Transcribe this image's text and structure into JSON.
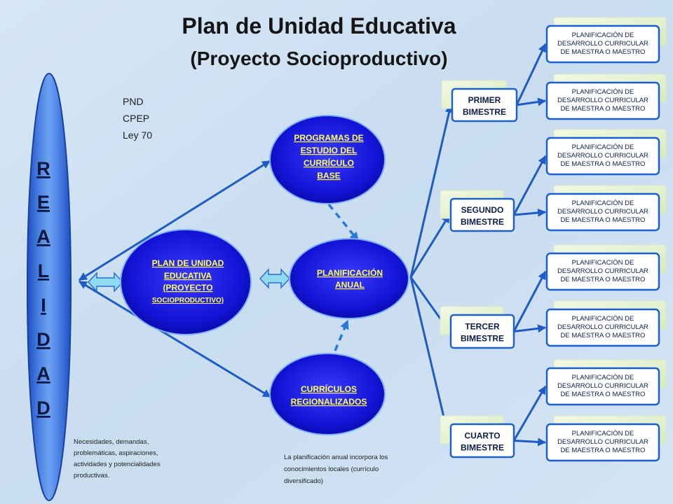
{
  "title": "Plan de Unidad Educativa",
  "subtitle": "(Proyecto Socioproductivo)",
  "realidad": {
    "letters": [
      "R",
      "E",
      "A",
      "L",
      "I",
      "D",
      "A",
      "D"
    ]
  },
  "references": [
    "PND",
    "CPEP",
    "Ley 70"
  ],
  "nodes": {
    "plan_unidad": [
      "PLAN DE UNIDAD",
      "EDUCATIVA",
      "(PROYECTO",
      "SOCIOPRODUCTIVO)"
    ],
    "programas": [
      "PROGRAMAS DE",
      "ESTUDIO DEL",
      "CURRÍCULO",
      "BASE"
    ],
    "planificacion_anual": [
      "PLANIFICACIÓN",
      "ANUAL"
    ],
    "curriculos": [
      "CURRÍCULOS",
      "REGIONALIZADOS"
    ]
  },
  "bimestres": [
    {
      "label": [
        "PRIMER",
        "BIMESTRE"
      ],
      "plans": [
        [
          "PLANIFICACIÓN DE",
          "DESARROLLO CURRICULAR",
          "DE MAESTRA O MAESTRO"
        ],
        [
          "PLANIFICACIÓN DE",
          "DESARROLLO CURRICULAR",
          "DE MAESTRA O MAESTRO"
        ]
      ]
    },
    {
      "label": [
        "SEGUNDO",
        "BIMESTRE"
      ],
      "plans": [
        [
          "PLANIFICACIÓN DE",
          "DESARROLLO CURRICULAR",
          "DE MAESTRA O MAESTRO"
        ],
        [
          "PLANIFICACIÓN DE",
          "DESARROLLO CURRICULAR",
          "DE MAESTRA O MAESTRO"
        ]
      ]
    },
    {
      "label": [
        "TERCER",
        "BIMESTRE"
      ],
      "plans": [
        [
          "PLANIFICACIÓN DE",
          "DESARROLLO CURRICULAR",
          "DE MAESTRA O MAESTRO"
        ],
        [
          "PLANIFICACIÓN DE",
          "DESARROLLO CURRICULAR",
          "DE MAESTRA O MAESTRO"
        ]
      ]
    },
    {
      "label": [
        "CUARTO",
        "BIMESTRE"
      ],
      "plans": [
        [
          "PLANIFICACIÓN DE",
          "DESARROLLO CURRICULAR",
          "DE MAESTRA O MAESTRO"
        ],
        [
          "PLANIFICACIÓN DE",
          "DESARROLLO CURRICULAR",
          "DE MAESTRA O MAESTRO"
        ]
      ]
    }
  ],
  "notes": {
    "realidad": [
      "Necesidades, demandas,",
      "problemáticas, aspiraciones,",
      "actividades y potencialidades",
      "productivas."
    ],
    "planificacion": [
      "La planificación anual incorpora los",
      "conocimientos locales (currículo",
      "diversificado)"
    ]
  },
  "colors": {
    "background": "#cfe1f2",
    "ellipse_fill": "#1414d8",
    "ellipse_text": "#ffff55",
    "arrow": "#1f5bc4",
    "box_border": "#1a5fd0"
  }
}
